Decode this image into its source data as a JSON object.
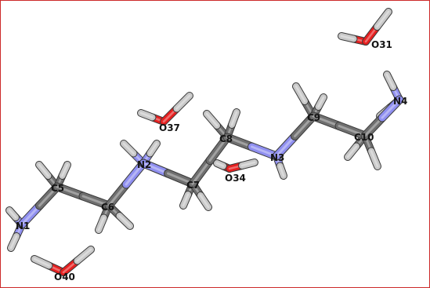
{
  "colors": {
    "frame": "#cc2a2a",
    "carbon": "#6f6f6f",
    "nitrogen": "#8f8ff0",
    "oxygen": "#e61f1f",
    "hydrogen": "#c8c8c8",
    "label": "#141414"
  },
  "atoms": [
    {
      "id": "N1",
      "element": "N",
      "label": "N1"
    },
    {
      "id": "C5",
      "element": "C",
      "label": "C5"
    },
    {
      "id": "C6",
      "element": "C",
      "label": "C6"
    },
    {
      "id": "N2",
      "element": "N",
      "label": "N2"
    },
    {
      "id": "C7",
      "element": "C",
      "label": "C7"
    },
    {
      "id": "C8",
      "element": "C",
      "label": "C8"
    },
    {
      "id": "N3",
      "element": "N",
      "label": "N3"
    },
    {
      "id": "C9",
      "element": "C",
      "label": "C9"
    },
    {
      "id": "C10",
      "element": "C",
      "label": "C10"
    },
    {
      "id": "N4",
      "element": "N",
      "label": "N4"
    },
    {
      "id": "O31",
      "element": "O",
      "label": "O31"
    },
    {
      "id": "O37",
      "element": "O",
      "label": "O37"
    },
    {
      "id": "O34",
      "element": "O",
      "label": "O34"
    },
    {
      "id": "O40",
      "element": "O",
      "label": "O40"
    }
  ],
  "bonds": [
    [
      "N1",
      "C5"
    ],
    [
      "C5",
      "C6"
    ],
    [
      "C6",
      "N2"
    ],
    [
      "N2",
      "C7"
    ],
    [
      "C7",
      "C8"
    ],
    [
      "C8",
      "N3"
    ],
    [
      "N3",
      "C9"
    ],
    [
      "C9",
      "C10"
    ],
    [
      "C10",
      "N4"
    ]
  ]
}
